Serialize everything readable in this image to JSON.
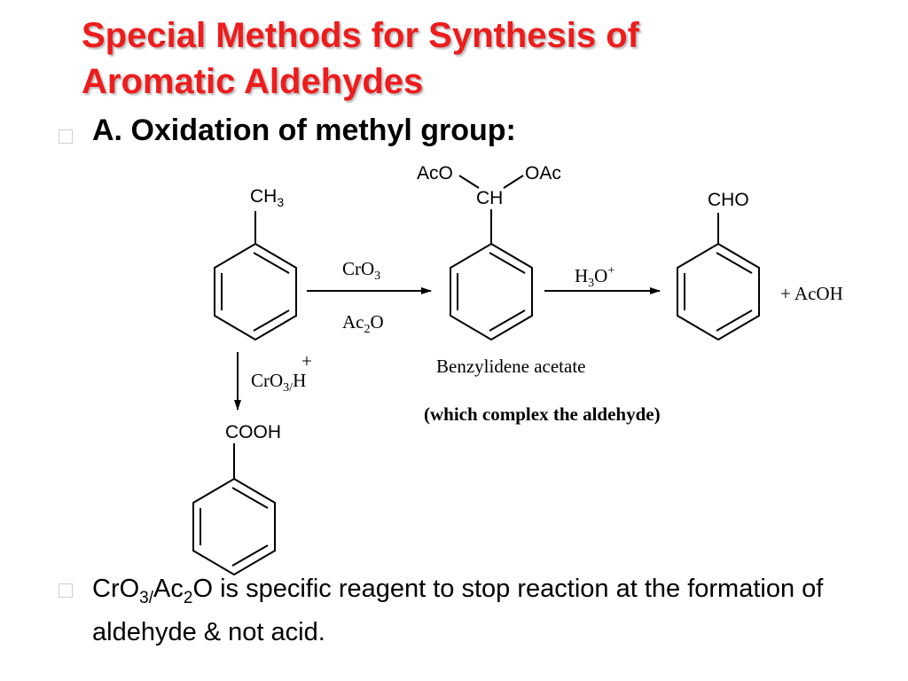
{
  "slide": {
    "title_line1": "Special Methods for Synthesis of",
    "title_line2": "Aromatic Aldehydes",
    "heading": "A. Oxidation of methyl group:"
  },
  "scheme": {
    "toluene_group": {
      "main": "CH",
      "sub": "3"
    },
    "reagent1_top": {
      "main": "CrO",
      "sub": "3"
    },
    "reagent1_bottom": {
      "main": "Ac",
      "sub": "2",
      "rest": "O"
    },
    "diacetate_left": "AcO",
    "diacetate_right": "OAc",
    "diacetate_center": "CH",
    "reagent2": {
      "main": "H",
      "sub": "3",
      "rest": "O",
      "sup": "+"
    },
    "aldehyde_group": "CHO",
    "byproduct": "+ AcOH",
    "intermediate_name": "Benzylidene acetate",
    "intermediate_note": "(which complex the aldehyde)",
    "reagent3": {
      "main": "CrO",
      "sub": "3/",
      "rest": "H",
      "sup": "+"
    },
    "acid_group": "COOH"
  },
  "note": {
    "p1": "CrO",
    "s1": "3/",
    "p2": "Ac",
    "s2": "2",
    "p3": "O is specific reagent to stop reaction at the formation of aldehyde & not acid."
  }
}
